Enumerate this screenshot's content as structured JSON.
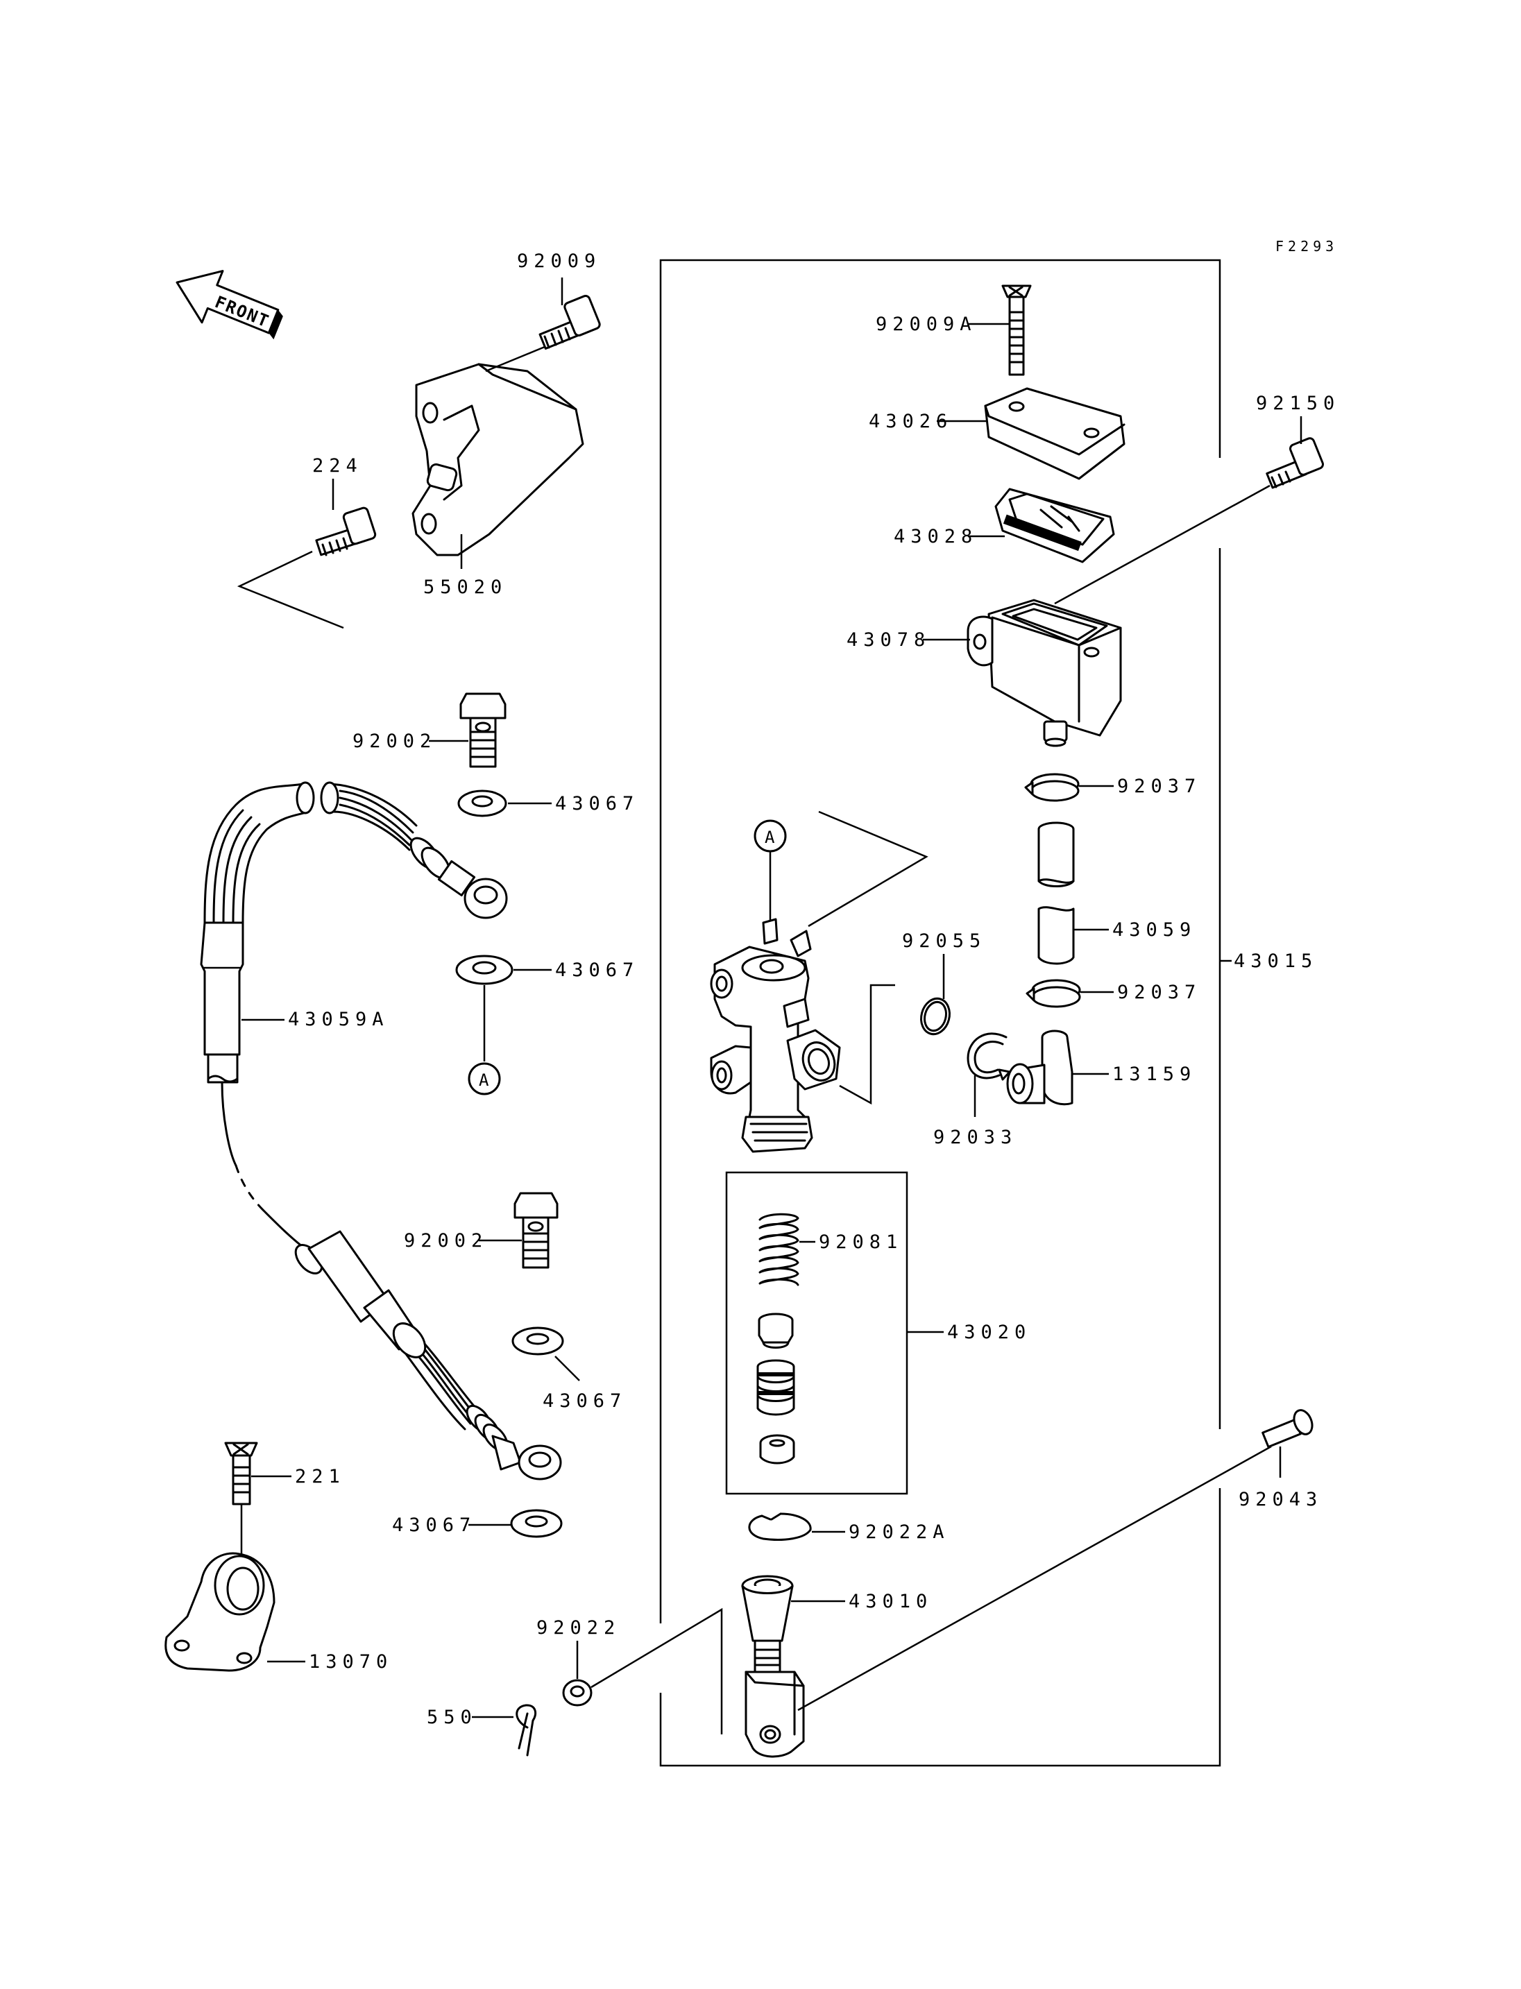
{
  "figure_code": "F2293",
  "front_label": "FRONT",
  "ref_marker": "A",
  "parts": {
    "p92009": "92009",
    "p224": "224",
    "p55020": "55020",
    "p92002_top": "92002",
    "p43067_1": "43067",
    "p43067_2": "43067",
    "p43059A": "43059A",
    "p92002_bot": "92002",
    "p43067_3": "43067",
    "p43067_4": "43067",
    "p221": "221",
    "p13070": "13070",
    "p550": "550",
    "p92022": "92022",
    "p92009A": "92009A",
    "p43026": "43026",
    "p43028": "43028",
    "p43078": "43078",
    "p92150": "92150",
    "p92037_1": "92037",
    "p43059": "43059",
    "p92037_2": "92037",
    "p13159": "13159",
    "p43015": "43015",
    "p92055": "92055",
    "p92033": "92033",
    "p92081": "92081",
    "p43020": "43020",
    "p92022A": "92022A",
    "p43010": "43010",
    "p92043": "92043"
  }
}
